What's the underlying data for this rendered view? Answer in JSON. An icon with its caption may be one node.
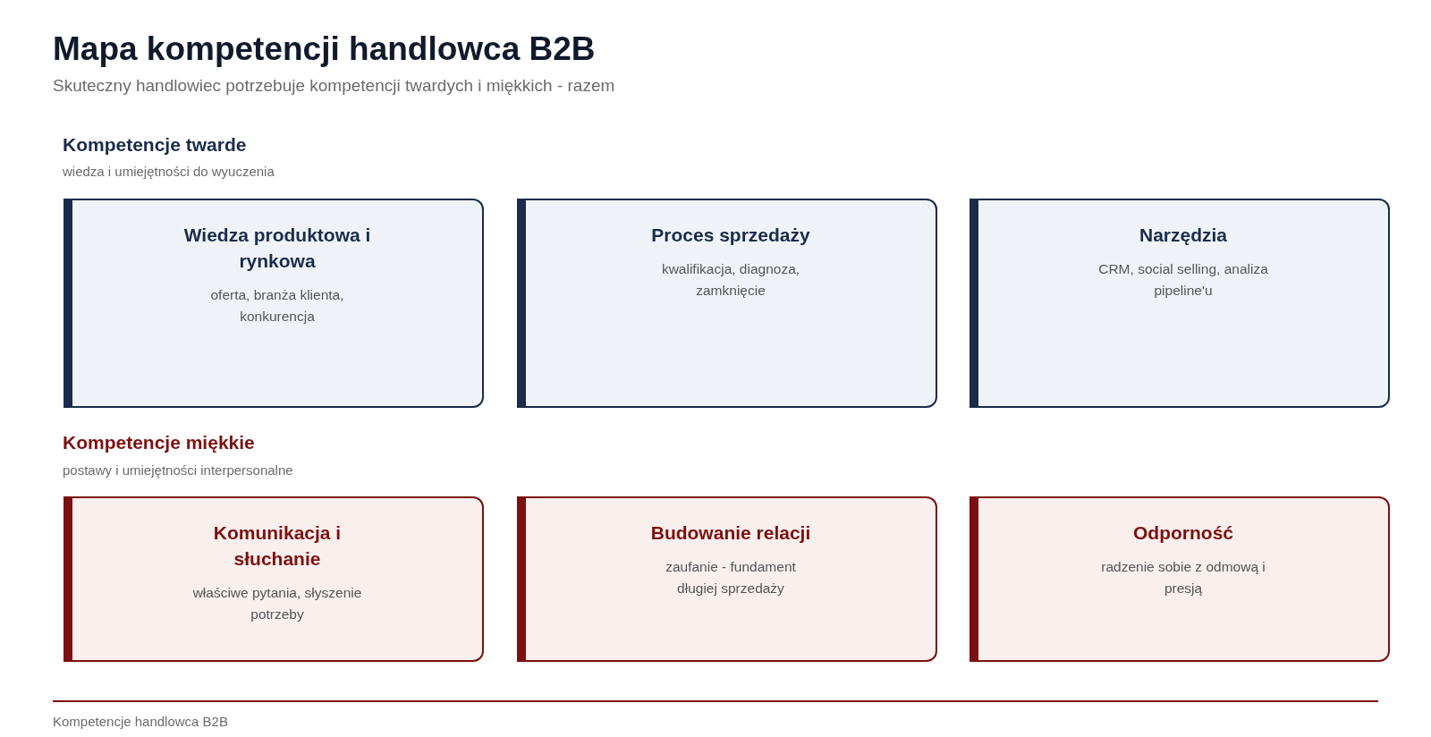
{
  "diagram": {
    "title": "Mapa kompetencji handlowca B2B",
    "nodes": [
      {
        "text": [
          "Wiedza produktowa i rynkowa",
          "oferta, branża klienta, konkurencja"
        ]
      },
      {
        "text": [
          "Proces sprzedaży",
          "kwalifikacja, diagnoza, zamknięcie"
        ]
      },
      {
        "text": [
          "Narzędzia",
          "CRM, social selling, analiza pipeline'u"
        ]
      },
      {
        "text": [
          "Komunikacja i słuchanie",
          "właściwe pytania, słyszenie potrzeby"
        ]
      },
      {
        "text": [
          "Budowanie relacji",
          "zaufanie - fundament długiej sprzedaży"
        ]
      },
      {
        "text": [
          "Odporność",
          "radzenie sobie z odmową i presją"
        ]
      }
    ],
    "edges": [],
    "labels": [
      "Skuteczny handlowiec potrzebuje kompetencji twardych i miękkich - razem",
      "Kompetencje twarde",
      "wiedza i umiejętności do wyuczenia",
      "Kompetencje miękkie",
      "postawy i umiejętności interpersonalne",
      "Kompetencje handlowca B2B"
    ]
  }
}
